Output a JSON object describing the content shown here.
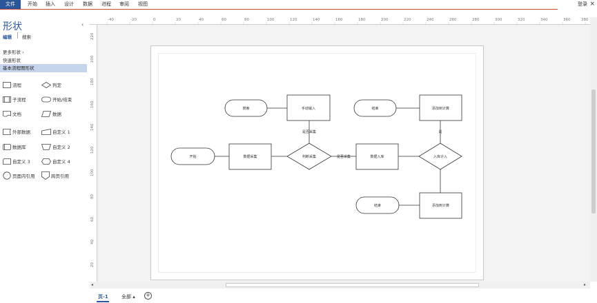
{
  "menu": {
    "file": "文件",
    "items": [
      "开始",
      "插入",
      "设计",
      "数据",
      "进程",
      "审阅",
      "视图"
    ],
    "login": "登录",
    "close": "×"
  },
  "panel": {
    "title": "形状",
    "collapse": "‹",
    "tab_edit": "编辑",
    "tab_search": "搜索",
    "more_shapes": "更多形状 ›",
    "quick_shapes": "快速形状",
    "basic_flow": "基本流程图形状",
    "shapes": [
      {
        "label": "流程",
        "icon": "process-shape-icon"
      },
      {
        "label": "判定",
        "icon": "decision-shape-icon"
      },
      {
        "label": "子流程",
        "icon": "subprocess-shape-icon"
      },
      {
        "label": "开始/结束",
        "icon": "terminator-shape-icon"
      },
      {
        "label": "文档",
        "icon": "document-shape-icon"
      },
      {
        "label": "数据",
        "icon": "data-shape-icon"
      },
      {
        "label": "外部数据",
        "icon": "external-data-shape-icon"
      },
      {
        "label": "自定义 1",
        "icon": "custom1-shape-icon"
      },
      {
        "label": "数据库",
        "icon": "database-shape-icon"
      },
      {
        "label": "自定义 2",
        "icon": "custom2-shape-icon"
      },
      {
        "label": "自定义 3",
        "icon": "custom3-shape-icon"
      },
      {
        "label": "自定义 4",
        "icon": "custom4-shape-icon"
      },
      {
        "label": "页面内引用",
        "icon": "on-page-reference-shape-icon"
      },
      {
        "label": "跨页引用",
        "icon": "off-page-reference-shape-icon"
      }
    ]
  },
  "ruler": {
    "h": [
      "-40",
      "-20",
      "0",
      "20",
      "40",
      "60",
      "80",
      "100",
      "120",
      "140",
      "160",
      "180",
      "200",
      "220",
      "240",
      "260",
      "280",
      "300",
      "320",
      "340",
      "360",
      "380"
    ],
    "v": [
      "220",
      "200",
      "180",
      "160",
      "140",
      "120",
      "100",
      "80",
      "60",
      "40",
      "20"
    ]
  },
  "diagram": {
    "start": "开始",
    "input_data": "数据采集",
    "judge1": "判断采集",
    "judge1_yes": "是否采集",
    "manual_input": "手动输入",
    "search1": "搜索",
    "no_collect": "是否采集",
    "data_entry": "数据入库",
    "judge2": "入库计入",
    "yes_label": "是",
    "done1": "添加到计算",
    "end1": "结束",
    "done2": "添加到计算",
    "end2": "结束"
  },
  "status": {
    "page_tab": "页-1",
    "all_pages": "全部 ▴",
    "add_page": "+"
  }
}
